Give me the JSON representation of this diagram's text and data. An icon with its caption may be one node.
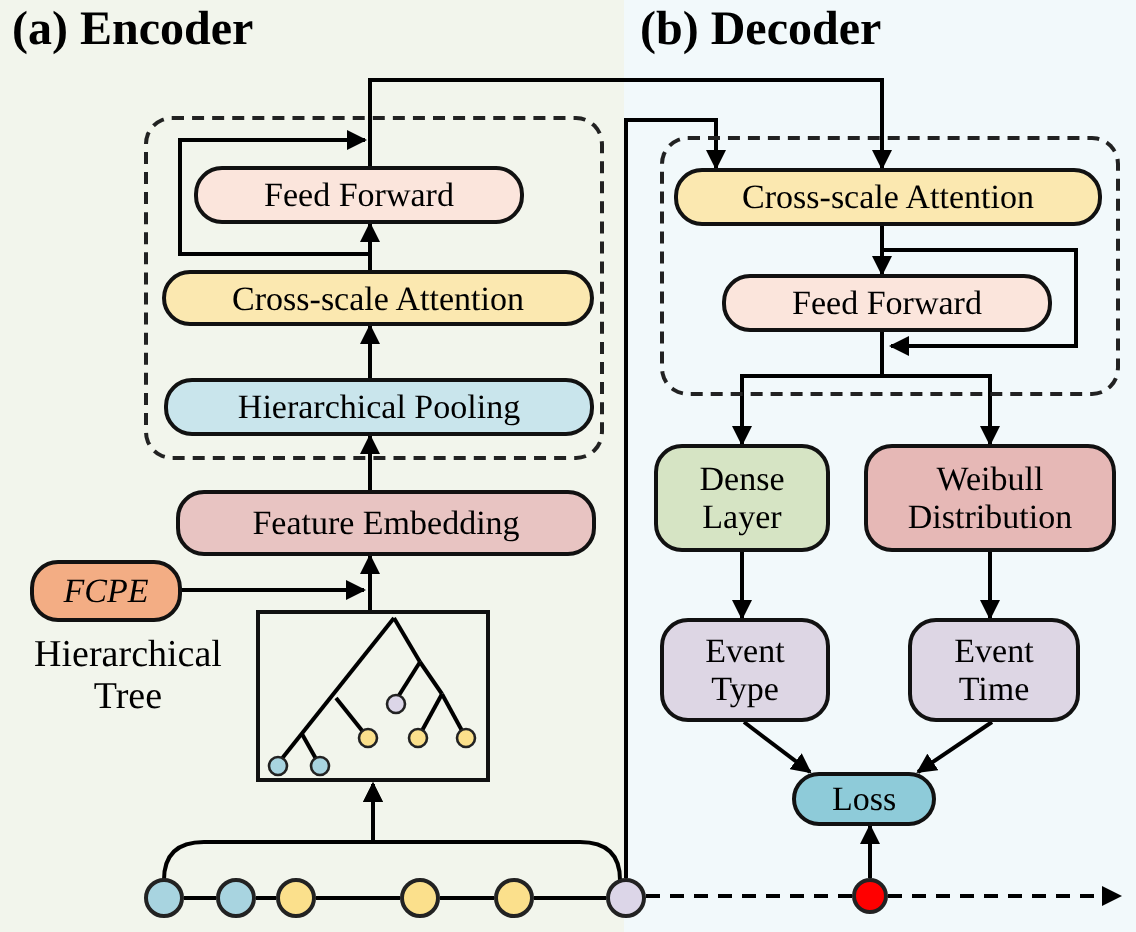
{
  "diagram": {
    "nodes": [
      {
        "text": [],
        "shape": "box"
      },
      {
        "text": [
          "Feed Forward"
        ],
        "in": 0
      },
      {
        "text": [
          "Cross-scale Attention"
        ],
        "in": 0
      },
      {
        "text": [
          "Hierarchical Pooling"
        ],
        "in": 0
      },
      {
        "text": [
          "Feature Embedding"
        ]
      },
      {
        "text": [
          "FCPE"
        ]
      },
      {
        "text": [],
        "shape": "picture",
        "beside": [
          "Hierarchical Tree"
        ]
      },
      {
        "text": [],
        "shape": "box"
      },
      {
        "text": [
          "Cross-scale Attention"
        ],
        "in": 7
      },
      {
        "text": [
          "Feed Forward"
        ],
        "in": 7
      },
      {
        "text": [
          "Dense Layer"
        ]
      },
      {
        "text": [
          "Weibull Distribution"
        ]
      },
      {
        "text": [
          "Event Type"
        ]
      },
      {
        "text": [
          "Event Time"
        ]
      },
      {
        "text": [
          "Loss"
        ]
      },
      {
        "text": [],
        "shape": "circle"
      },
      {
        "text": [],
        "shape": "circle"
      },
      {
        "text": [],
        "shape": "circle"
      },
      {
        "text": [],
        "shape": "circle"
      },
      {
        "text": [],
        "shape": "circle"
      },
      {
        "text": [],
        "shape": "circle"
      },
      {
        "text": [],
        "shape": "circle"
      }
    ],
    "edges": [
      {
        "from": 3,
        "to": 2,
        "arrow": "to"
      },
      {
        "from": 2,
        "to": 1,
        "arrow": "to"
      },
      {
        "from": 2,
        "to": 1,
        "arrow": "to"
      },
      {
        "from": 1,
        "to": 8,
        "arrow": "to"
      },
      {
        "from": 4,
        "to": 3,
        "arrow": "to"
      },
      {
        "from": 5,
        "to": 4,
        "arrow": "to"
      },
      {
        "from": 6,
        "to": 4,
        "arrow": "to"
      },
      {
        "from": 15,
        "to": 6,
        "arrow": "to"
      },
      {
        "from": 20,
        "to": 6,
        "arrow": "to"
      },
      {
        "from": 20,
        "to": 8,
        "arrow": "to"
      },
      {
        "from": 15,
        "to": 16,
        "arrow": "none"
      },
      {
        "from": 16,
        "to": 17,
        "arrow": "none"
      },
      {
        "from": 17,
        "to": 18,
        "arrow": "none"
      },
      {
        "from": 18,
        "to": 19,
        "arrow": "none"
      },
      {
        "from": 19,
        "to": 20,
        "arrow": "none"
      },
      {
        "from": 20,
        "to": 21,
        "arrow": "none",
        "style": "dashed"
      },
      {
        "from": 21,
        "to": null,
        "arrow": "to",
        "style": "dashed"
      },
      {
        "from": 21,
        "to": 14,
        "arrow": "to"
      },
      {
        "from": 8,
        "to": 9,
        "arrow": "to"
      },
      {
        "from": 8,
        "to": 9,
        "arrow": "to"
      },
      {
        "from": 9,
        "to": 10,
        "arrow": "to"
      },
      {
        "from": 9,
        "to": 11,
        "arrow": "to"
      },
      {
        "from": 10,
        "to": 12,
        "arrow": "to"
      },
      {
        "from": 11,
        "to": 13,
        "arrow": "to"
      },
      {
        "from": 12,
        "to": 14,
        "arrow": "to"
      },
      {
        "from": 13,
        "to": 14,
        "arrow": "to"
      }
    ],
    "labels": [
      "(a) Encoder",
      "(b) Decoder"
    ]
  }
}
